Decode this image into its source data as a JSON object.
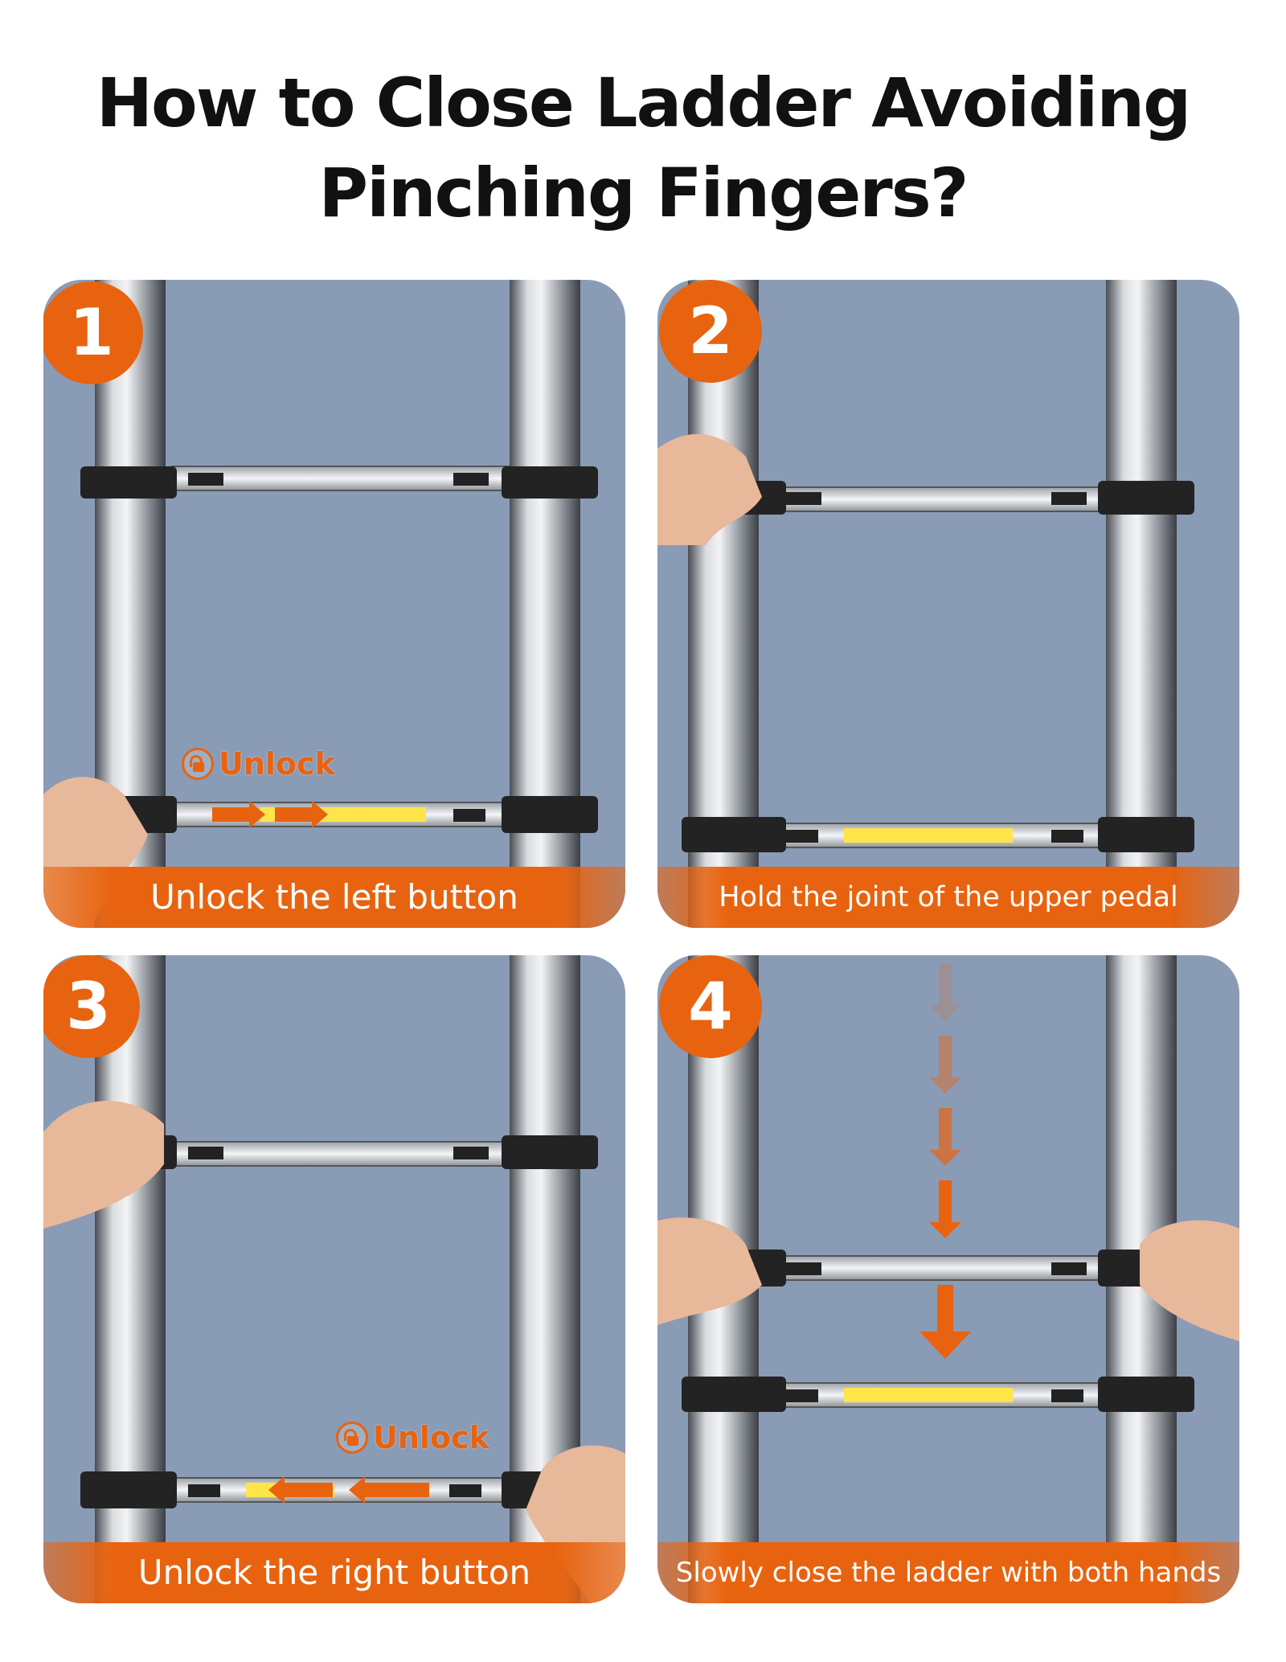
{
  "title": {
    "line1": "How to Close Ladder Avoiding",
    "line2": "Pinching Fingers?"
  },
  "steps": [
    {
      "number": "1",
      "caption": "Unlock the left button",
      "label": "Unlock"
    },
    {
      "number": "2",
      "caption": "Hold the joint of the upper pedal"
    },
    {
      "number": "3",
      "caption": "Unlock the right button",
      "label": "Unlock"
    },
    {
      "number": "4",
      "caption": "Slowly close the ladder with both hands"
    }
  ],
  "colors": {
    "accent": "#e8630f",
    "panel_bg": "#8a9bb6",
    "caption_text": "#ffffff",
    "title_text": "#111111"
  }
}
